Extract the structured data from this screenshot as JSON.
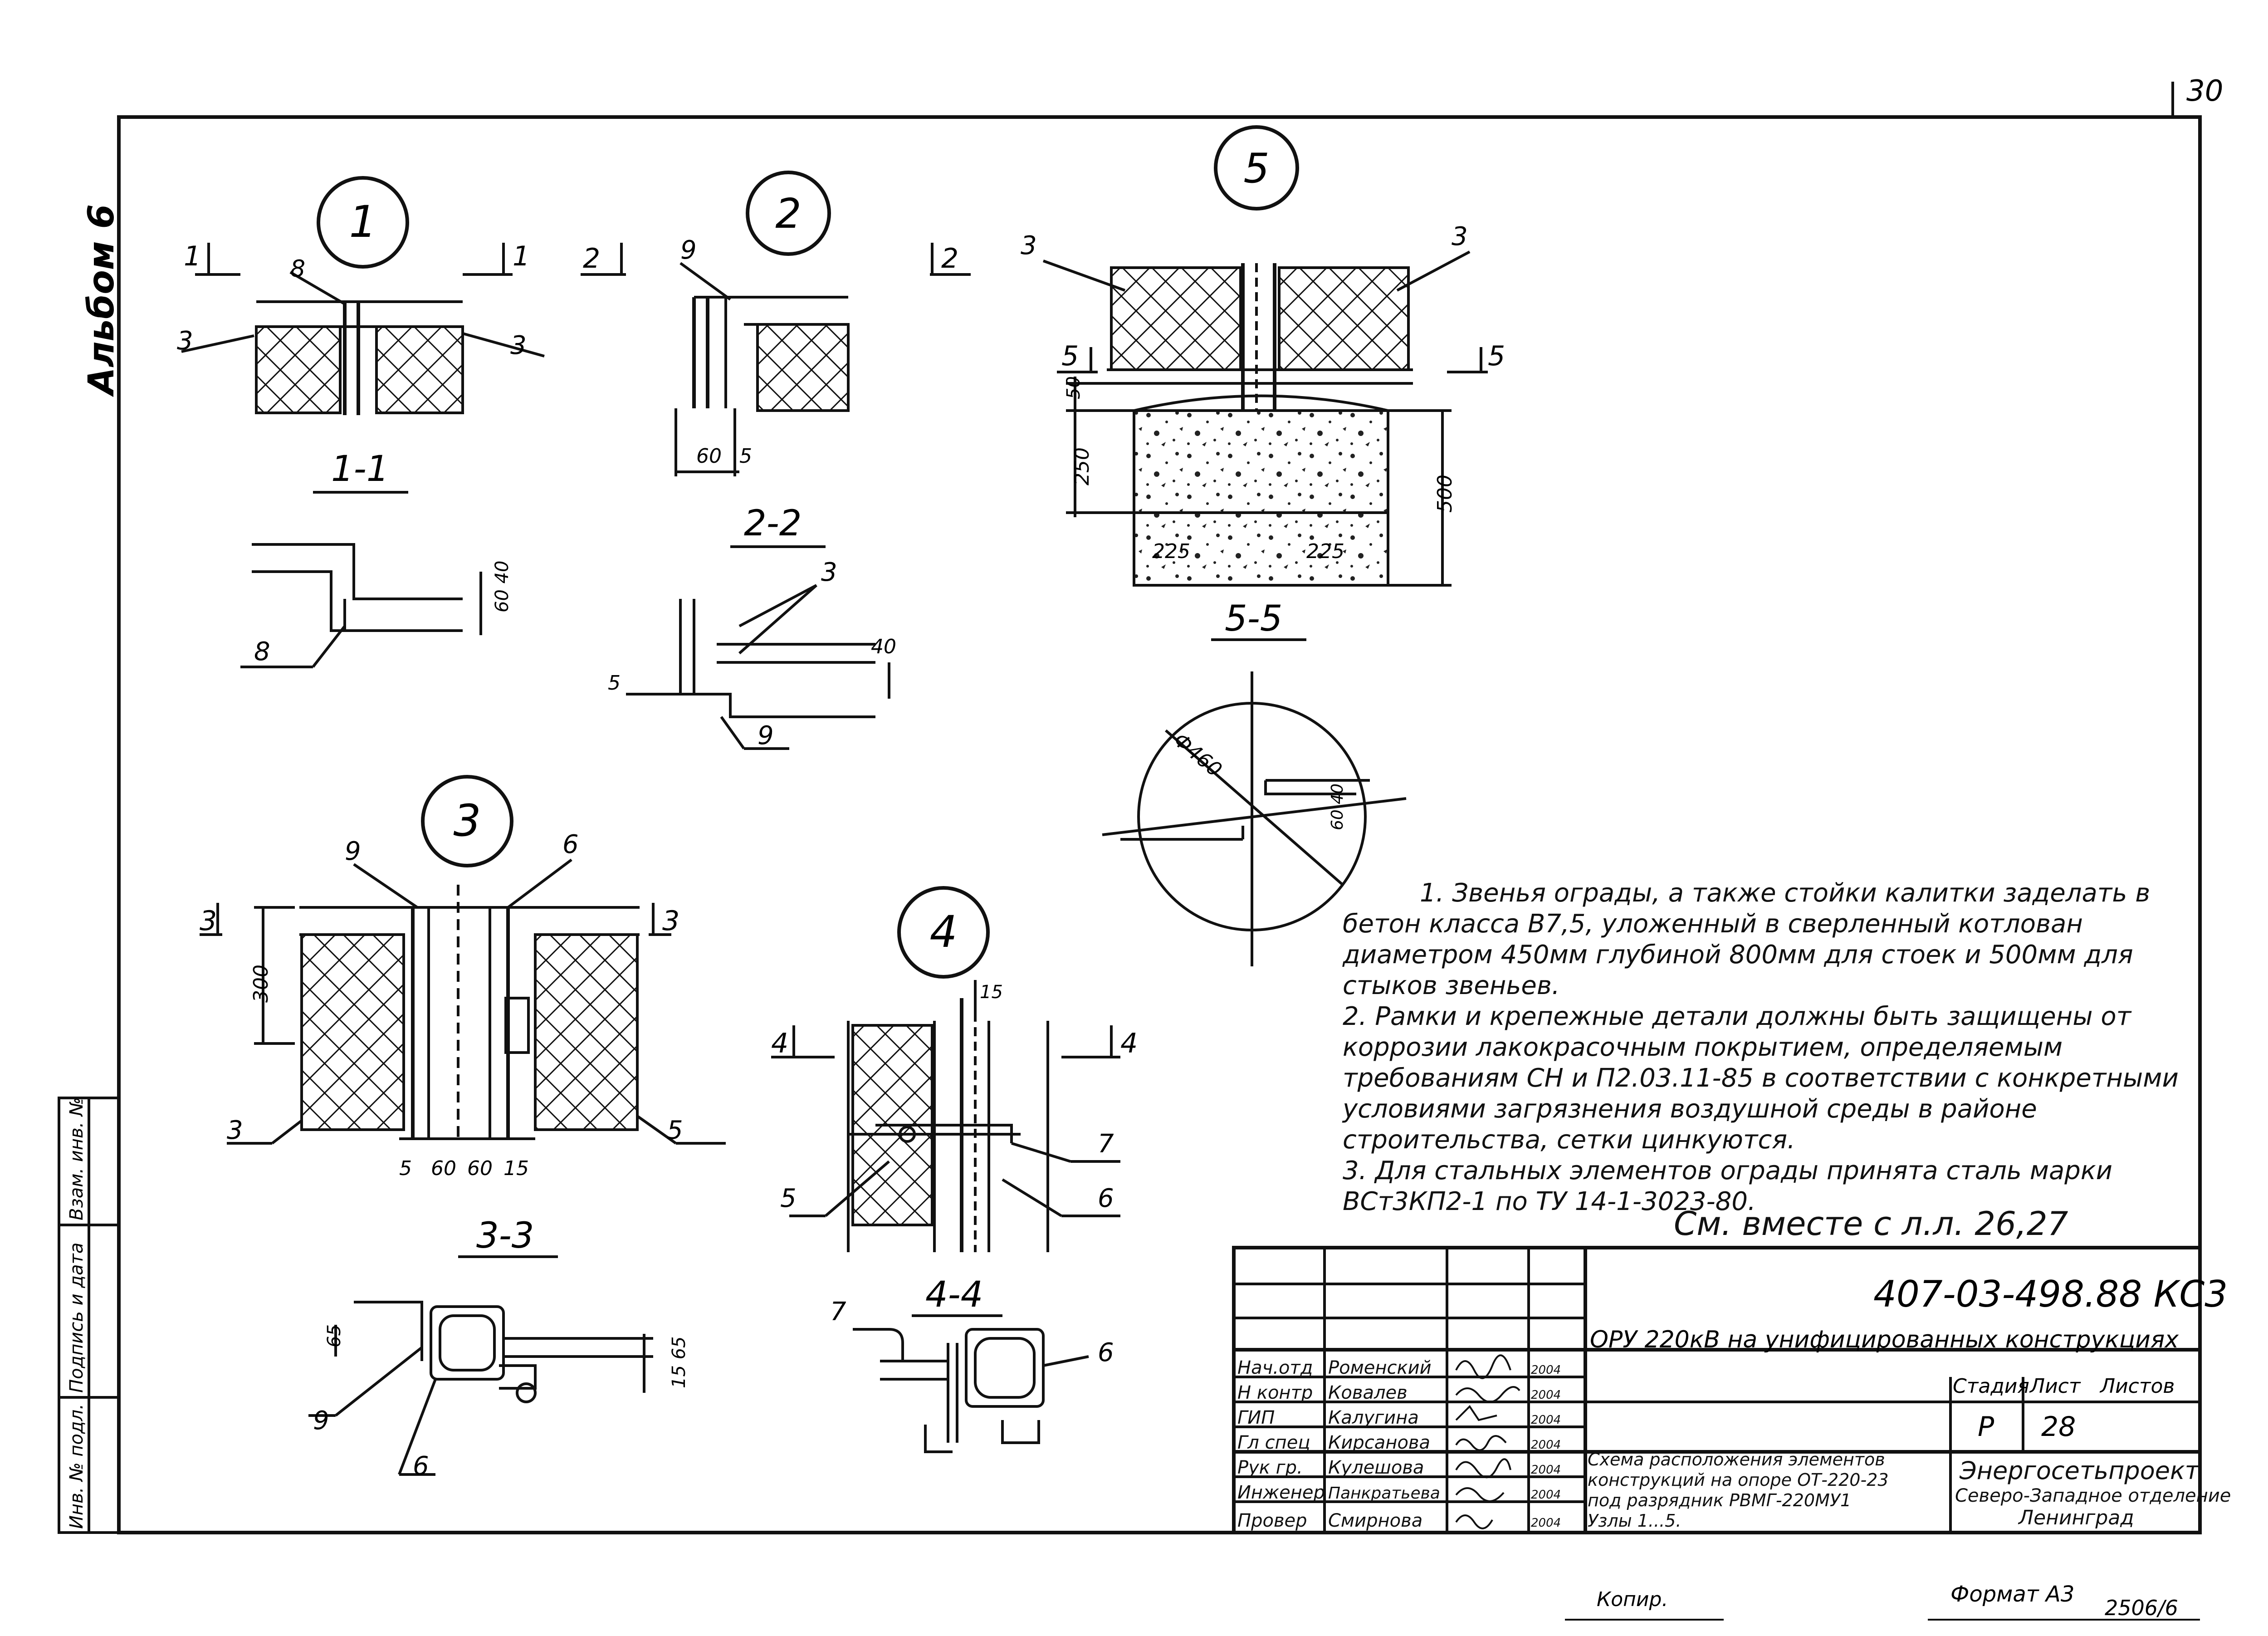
{
  "sheet_number": "30",
  "album_label": "Альбом 6",
  "side_stamp": {
    "inv_podl": "Инв. № подл.",
    "podpis_data": "Подпись и дата",
    "vzam_inv": "Взам. инв. №"
  },
  "nodes": [
    {
      "id": "1",
      "section": "1-1"
    },
    {
      "id": "2",
      "section": "2-2"
    },
    {
      "id": "3",
      "section": "3-3"
    },
    {
      "id": "4",
      "section": "4-4"
    },
    {
      "id": "5",
      "section": "5-5"
    }
  ],
  "cut_marks": {
    "c1": "1",
    "c2": "2",
    "c3": "3",
    "c4": "4",
    "c5": "5"
  },
  "callouts": {
    "n3": "3",
    "n5": "5",
    "n6": "6",
    "n7": "7",
    "n8": "8",
    "n9": "9"
  },
  "dimensions": {
    "d60": "60",
    "d5": "5",
    "d40": "40",
    "d60_40": "60 40",
    "d50": "50",
    "d250": "250",
    "d500": "500",
    "d225a": "225",
    "d225b": "225",
    "d300": "300",
    "d15": "15",
    "d65": "65",
    "d15_65": "15 65",
    "d460": "Ф460",
    "d3_3_row": [
      "5",
      "60",
      "60",
      "15"
    ]
  },
  "notes": [
    "1. Звенья ограды, а также стойки калитки заделать в бетон класса В7,5, уложенный в сверленный котлован диаметром 450мм глубиной 800мм для стоек и 500мм для стыков звеньев.",
    "2. Рамки и крепежные детали должны быть защищены от коррозии лакокрасочным покрытием, определяемым требованиям СН и П2.03.11-85 в соответствии с конкретными условиями загрязнения воздушной среды в районе строительства, сетки цинкуются.",
    "3. Для стальных элементов ограды принята сталь марки ВСт3КП2-1 по ТУ 14-1-3023-80."
  ],
  "see_also": "См. вместе с л.л. 26,27",
  "title_block": {
    "code": "407-03-498.88 КС3",
    "project": "ОРУ 220кВ на унифицированных конструкциях",
    "roles": [
      {
        "role": "Нач.отд",
        "name": "Роменский",
        "date": "2004"
      },
      {
        "role": "Н контр",
        "name": "Ковалев",
        "date": "2004"
      },
      {
        "role": "ГИП",
        "name": "Калугина",
        "date": "2004"
      },
      {
        "role": "Гл спец",
        "name": "Кирсанова",
        "date": "2004"
      },
      {
        "role": "Рук гр.",
        "name": "Кулешова",
        "date": "2004"
      },
      {
        "role": "Инженер",
        "name": "Панкратьева",
        "date": "2004"
      },
      {
        "role": "Провер",
        "name": "Смирнова",
        "date": "2004"
      }
    ],
    "stage_hdr": "Стадия",
    "sheet_hdr": "Лист",
    "sheets_hdr": "Листов",
    "stage": "Р",
    "sheet": "28",
    "description": [
      "Схема расположения элементов",
      "конструкций на опоре ОТ-220-23",
      "под разрядник РВМГ-220МУ1",
      "Узлы 1...5."
    ],
    "org": [
      "Энергосетьпроект",
      "Северо-Западное отделение",
      "Ленинград"
    ]
  },
  "footer": {
    "copied": "Копир.",
    "format": "Формат А3",
    "number": "2506/6"
  }
}
